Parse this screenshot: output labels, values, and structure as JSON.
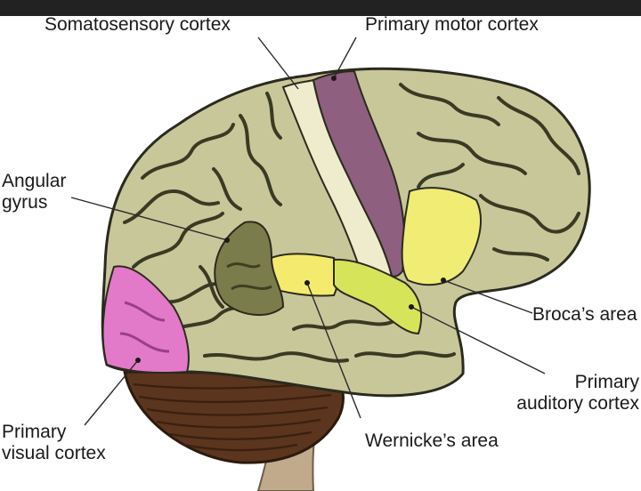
{
  "diagram": {
    "labels": {
      "somatosensory": "Somatosensory cortex",
      "motor": "Primary motor cortex",
      "angular_line1": "Angular",
      "angular_line2": "gyrus",
      "broca": "Broca’s area",
      "auditory_line1": "Primary",
      "auditory_line2": "auditory cortex",
      "wernicke": "Wernicke’s area",
      "visual_line1": "Primary",
      "visual_line2": "visual cortex"
    },
    "colors": {
      "background": "#ffffff",
      "top_bar": "#222222",
      "brain_base": "#c8c79a",
      "brain_outline": "#2b2a1e",
      "sulci": "#3a3a24",
      "somatosensory": "#efeccd",
      "motor": "#8e5f7f",
      "broca": "#f1ec74",
      "auditory": "#d6e45a",
      "wernicke": "#f4ea6d",
      "angular": "#7b7c4b",
      "visual": "#e27ac9",
      "cerebellum": "#5b351d",
      "brainstem": "#c1aa8c",
      "leader_lines": "#2a2a2a"
    }
  }
}
